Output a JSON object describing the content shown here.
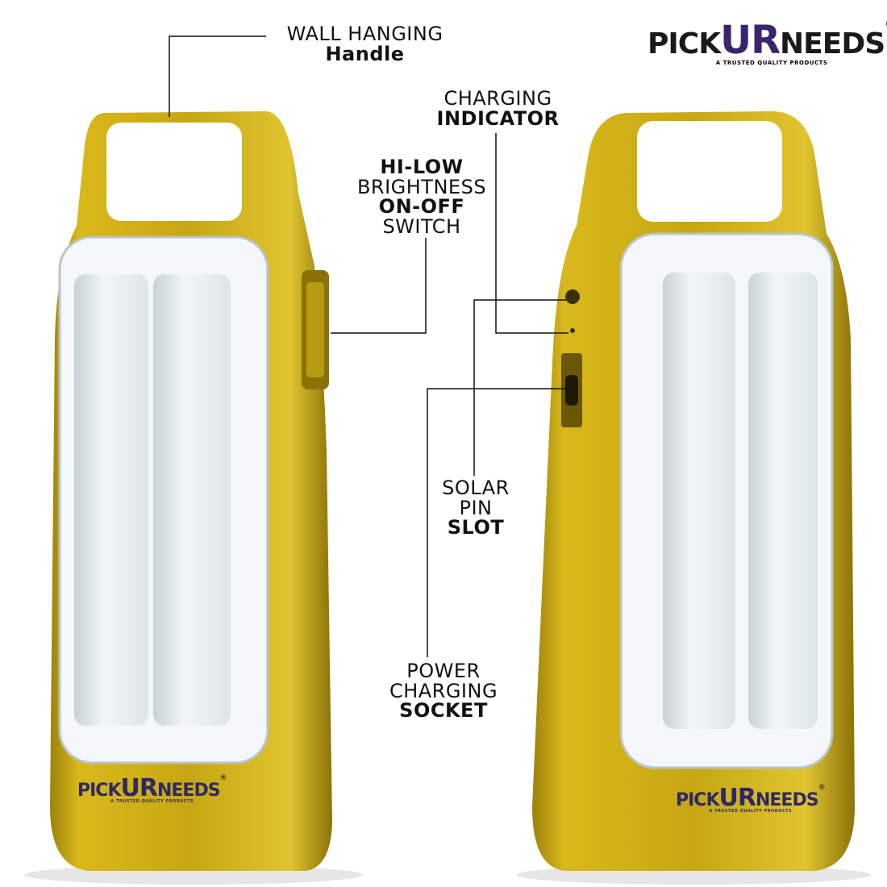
{
  "brand": {
    "name_left": "PICK",
    "name_mid": "UR",
    "name_right": "NEEDS",
    "registered": "®",
    "tagline": "A TRUSTED QUALITY PRODUCTS"
  },
  "labels": {
    "handle": {
      "line1": "WALL HANGING",
      "line2": "Handle"
    },
    "indicator": {
      "line1": "CHARGING",
      "line2": "INDICATOR"
    },
    "switch": {
      "line1": "HI-LOW",
      "line2": "BRIGHTNESS",
      "line3": "ON-OFF",
      "line4": "SWITCH"
    },
    "solar": {
      "line1": "SOLAR",
      "line2": "PIN",
      "line3": "SLOT"
    },
    "power": {
      "line1": "POWER",
      "line2": "CHARGING",
      "line3": "SOCKET"
    }
  },
  "colors": {
    "body": "#c9a90f",
    "panel": "#e8eef0",
    "text": "#111111",
    "brand_purple": "#3a2470"
  }
}
